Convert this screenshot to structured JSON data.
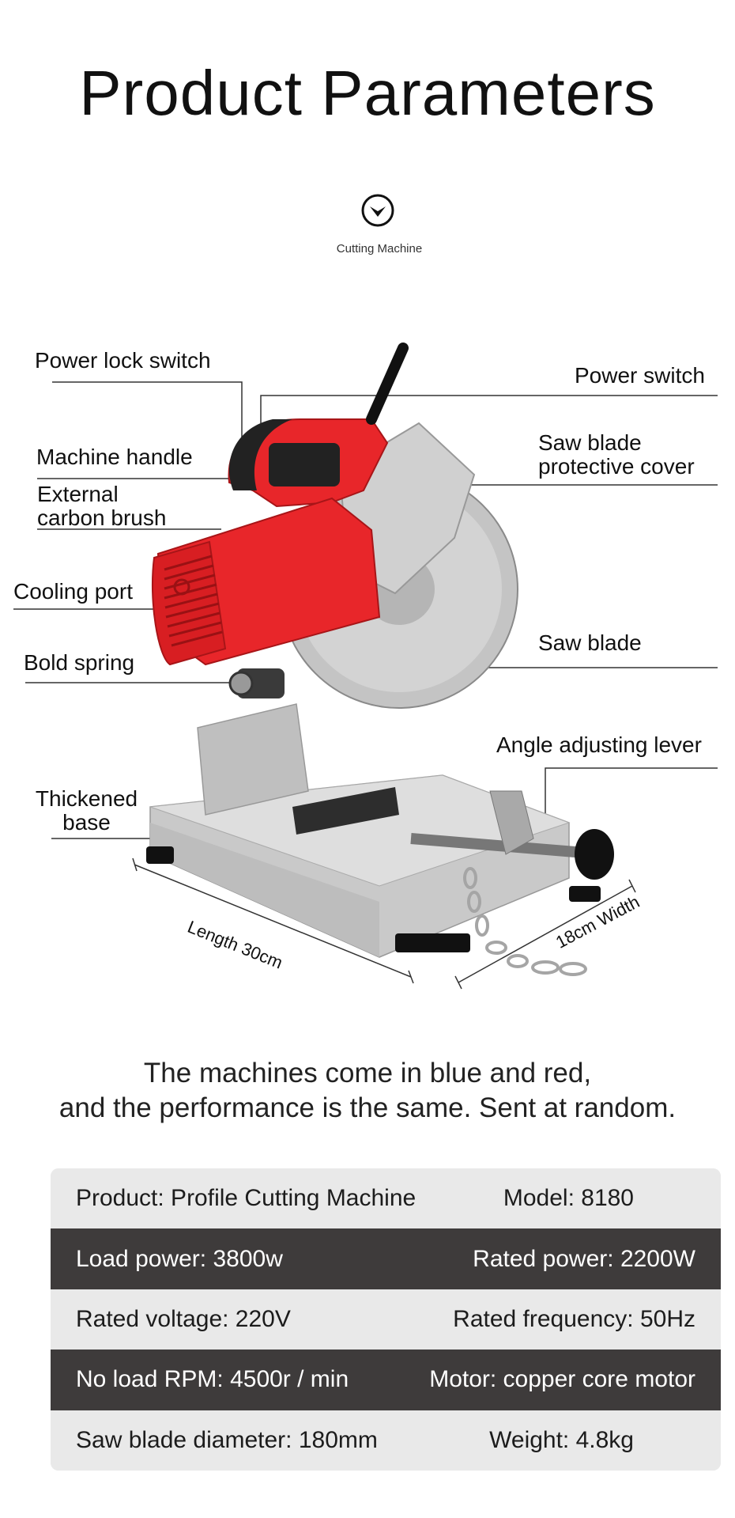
{
  "header": {
    "title": "Product Parameters",
    "subtitle": "Cutting Machine",
    "chevron_icon": "chevron-down-circle-icon"
  },
  "callouts": {
    "power_lock_switch": "Power lock switch",
    "machine_handle": "Machine handle",
    "external_carbon_brush_1": "External",
    "external_carbon_brush_2": "carbon brush",
    "cooling_port": "Cooling port",
    "bold_spring": "Bold spring",
    "thickened_base_1": "Thickened",
    "thickened_base_2": "base",
    "power_switch": "Power switch",
    "saw_blade_cover_1": "Saw blade",
    "saw_blade_cover_2": "protective cover",
    "saw_blade": "Saw blade",
    "angle_adjusting_lever": "Angle adjusting lever",
    "length": "Length 30cm",
    "width": "18cm Width"
  },
  "note": {
    "line1": "The machines come in blue and red,",
    "line2": "and the performance is the same. Sent at random."
  },
  "specs": [
    {
      "left": "Product: Profile Cutting Machine",
      "right": "Model: 8180"
    },
    {
      "left": "Load power: 3800w",
      "right": "Rated power: 2200W"
    },
    {
      "left": "Rated voltage: 220V",
      "right": "Rated frequency: 50Hz"
    },
    {
      "left": "No load RPM: 4500r / min",
      "right": "Motor: copper core motor"
    },
    {
      "left": "Saw blade diameter: 180mm",
      "right": "Weight: 4.8kg"
    }
  ],
  "colors": {
    "machine_body": "#e8262a",
    "table_dark": "#3e3b3b",
    "table_light": "#e9e9e9"
  }
}
